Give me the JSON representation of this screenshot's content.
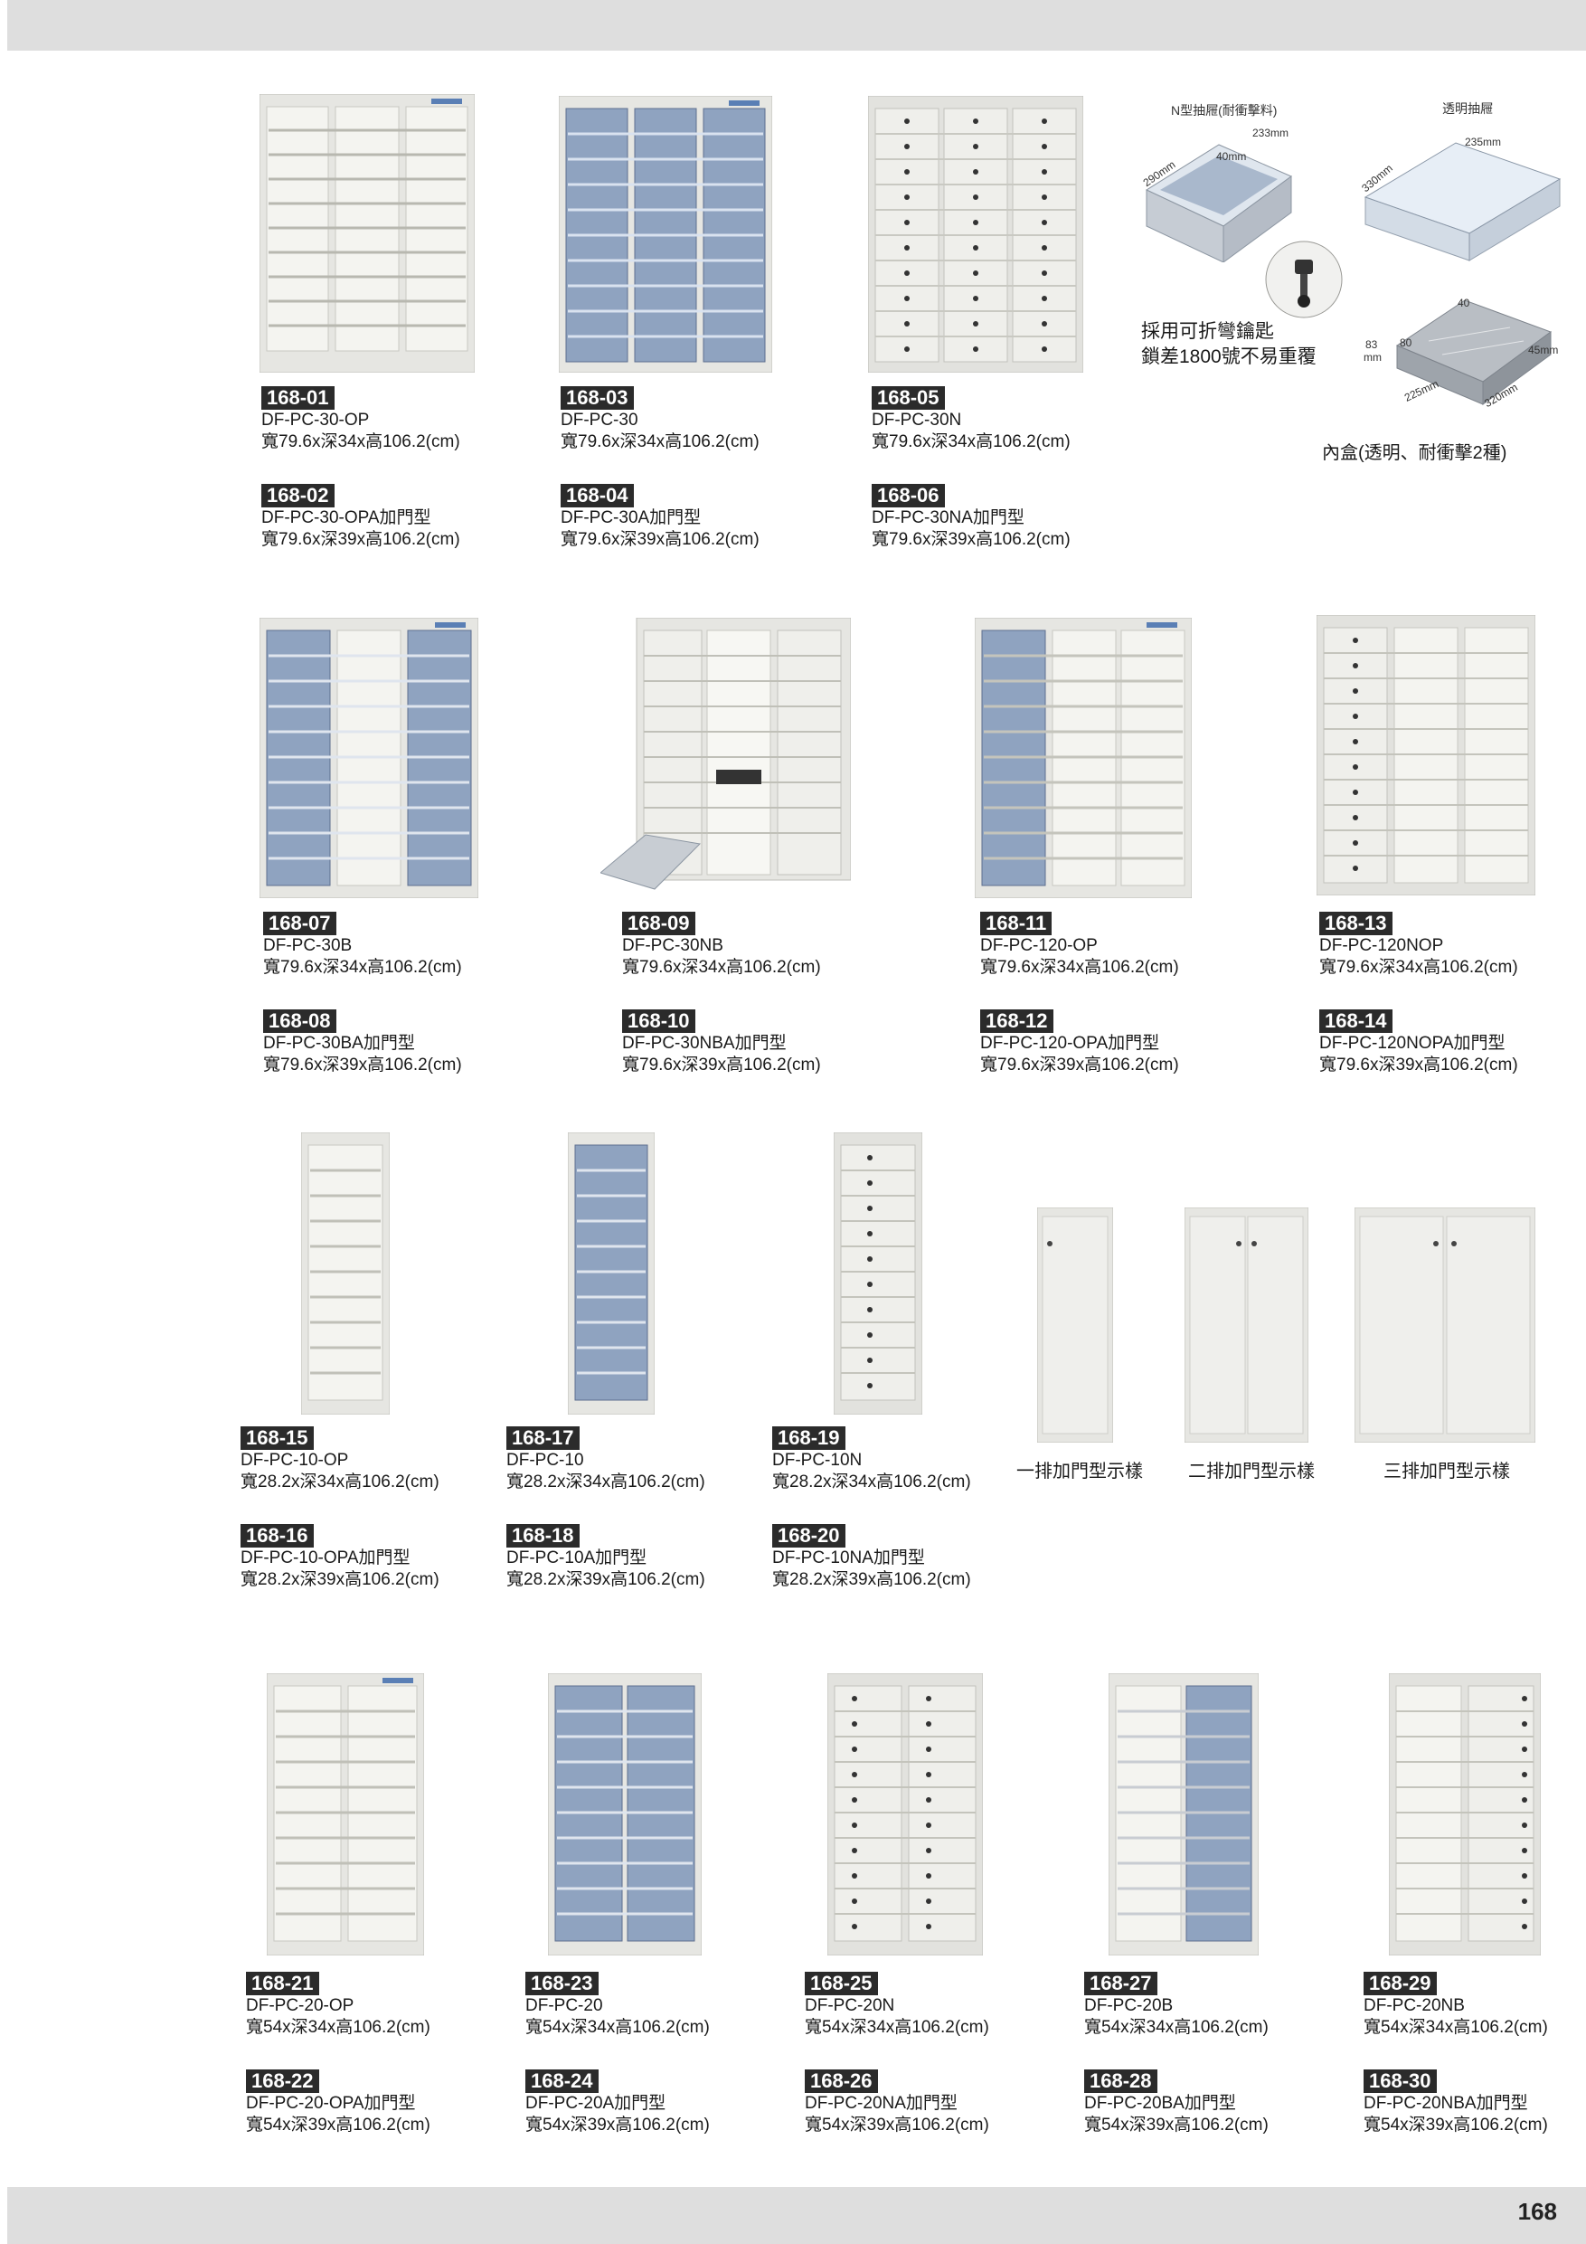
{
  "page": {
    "number": "168"
  },
  "rows": [
    {
      "top": [
        {
          "code": "168-01",
          "model": "DF-PC-30-OP",
          "dims": "寬79.6x深34x高106.2(cm)"
        },
        {
          "code": "168-03",
          "model": "DF-PC-30",
          "dims": "寬79.6x深34x高106.2(cm)"
        },
        {
          "code": "168-05",
          "model": "DF-PC-30N",
          "dims": "寬79.6x深34x高106.2(cm)"
        }
      ],
      "bottom": [
        {
          "code": "168-02",
          "model": "DF-PC-30-OPA加門型",
          "dims": "寬79.6x深39x高106.2(cm)"
        },
        {
          "code": "168-04",
          "model": "DF-PC-30A加門型",
          "dims": "寬79.6x深39x高106.2(cm)"
        },
        {
          "code": "168-06",
          "model": "DF-PC-30NA加門型",
          "dims": "寬79.6x深39x高106.2(cm)"
        }
      ]
    },
    {
      "top": [
        {
          "code": "168-07",
          "model": "DF-PC-30B",
          "dims": "寬79.6x深34x高106.2(cm)"
        },
        {
          "code": "168-09",
          "model": "DF-PC-30NB",
          "dims": "寬79.6x深34x高106.2(cm)"
        },
        {
          "code": "168-11",
          "model": "DF-PC-120-OP",
          "dims": "寬79.6x深34x高106.2(cm)"
        },
        {
          "code": "168-13",
          "model": "DF-PC-120NOP",
          "dims": "寬79.6x深34x高106.2(cm)"
        }
      ],
      "bottom": [
        {
          "code": "168-08",
          "model": "DF-PC-30BA加門型",
          "dims": "寬79.6x深39x高106.2(cm)"
        },
        {
          "code": "168-10",
          "model": "DF-PC-30NBA加門型",
          "dims": "寬79.6x深39x高106.2(cm)"
        },
        {
          "code": "168-12",
          "model": "DF-PC-120-OPA加門型",
          "dims": "寬79.6x深39x高106.2(cm)"
        },
        {
          "code": "168-14",
          "model": "DF-PC-120NOPA加門型",
          "dims": "寬79.6x深39x高106.2(cm)"
        }
      ]
    },
    {
      "top": [
        {
          "code": "168-15",
          "model": "DF-PC-10-OP",
          "dims": "寬28.2x深34x高106.2(cm)"
        },
        {
          "code": "168-17",
          "model": "DF-PC-10",
          "dims": "寬28.2x深34x高106.2(cm)"
        },
        {
          "code": "168-19",
          "model": "DF-PC-10N",
          "dims": "寬28.2x深34x高106.2(cm)"
        }
      ],
      "bottom": [
        {
          "code": "168-16",
          "model": "DF-PC-10-OPA加門型",
          "dims": "寬28.2x深39x高106.2(cm)"
        },
        {
          "code": "168-18",
          "model": "DF-PC-10A加門型",
          "dims": "寬28.2x深39x高106.2(cm)"
        },
        {
          "code": "168-20",
          "model": "DF-PC-10NA加門型",
          "dims": "寬28.2x深39x高106.2(cm)"
        }
      ]
    },
    {
      "top": [
        {
          "code": "168-21",
          "model": "DF-PC-20-OP",
          "dims": "寬54x深34x高106.2(cm)"
        },
        {
          "code": "168-23",
          "model": "DF-PC-20",
          "dims": "寬54x深34x高106.2(cm)"
        },
        {
          "code": "168-25",
          "model": "DF-PC-20N",
          "dims": "寬54x深34x高106.2(cm)"
        },
        {
          "code": "168-27",
          "model": "DF-PC-20B",
          "dims": "寬54x深34x高106.2(cm)"
        },
        {
          "code": "168-29",
          "model": "DF-PC-20NB",
          "dims": "寬54x深34x高106.2(cm)"
        }
      ],
      "bottom": [
        {
          "code": "168-22",
          "model": "DF-PC-20-OPA加門型",
          "dims": "寬54x深39x高106.2(cm)"
        },
        {
          "code": "168-24",
          "model": "DF-PC-20A加門型",
          "dims": "寬54x深39x高106.2(cm)"
        },
        {
          "code": "168-26",
          "model": "DF-PC-20NA加門型",
          "dims": "寬54x深39x高106.2(cm)"
        },
        {
          "code": "168-28",
          "model": "DF-PC-20BA加門型",
          "dims": "寬54x深39x高106.2(cm)"
        },
        {
          "code": "168-30",
          "model": "DF-PC-20NBA加門型",
          "dims": "寬54x深39x高106.2(cm)"
        }
      ]
    }
  ],
  "door_samples": {
    "one": "一排加門型示樣",
    "two": "二排加門型示樣",
    "three": "三排加門型示樣"
  },
  "drawer_info": {
    "n_drawer": "N型抽屜(耐衝擊料)",
    "clear_drawer": "透明抽屜",
    "lock_text_1": "採用可折彎鑰匙",
    "lock_text_2": "鎖差1800號不易重覆",
    "inner_box": "內盒(透明、耐衝擊2種)",
    "dims": {
      "n_w": "233mm",
      "n_d": "290mm",
      "n_h": "40mm",
      "c_w": "235mm",
      "c_d": "330mm",
      "b_40": "40",
      "b_83": "83",
      "b_mm": "mm",
      "b_80": "80",
      "b_45": "45mm",
      "b_225": "225mm",
      "b_320": "320mm"
    }
  }
}
